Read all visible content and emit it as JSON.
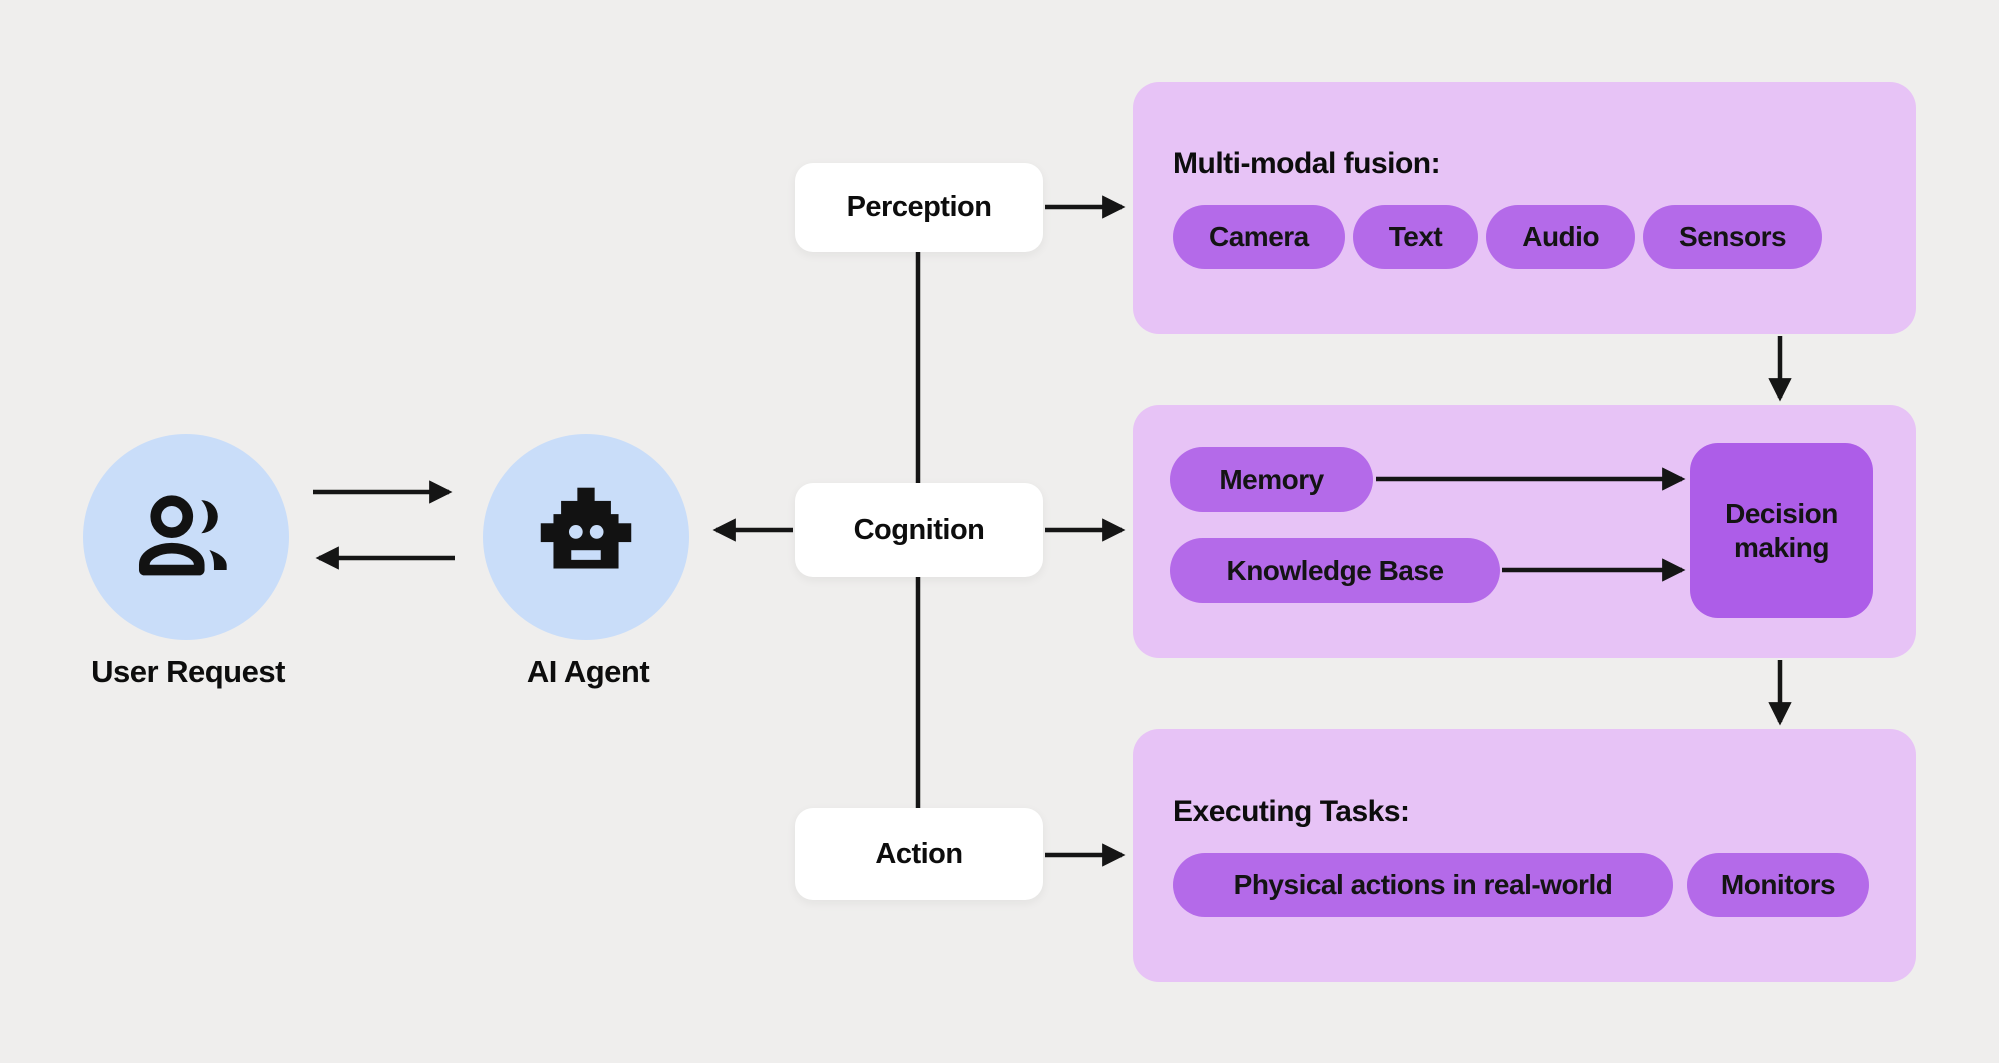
{
  "entities": {
    "user": {
      "label": "User Request",
      "icon": "people-icon"
    },
    "agent": {
      "label": "AI Agent",
      "icon": "robot-icon"
    }
  },
  "stages": {
    "perception": {
      "label": "Perception"
    },
    "cognition": {
      "label": "Cognition"
    },
    "action": {
      "label": "Action"
    }
  },
  "panels": {
    "perception": {
      "title": "Multi-modal fusion:",
      "pills": [
        "Camera",
        "Text",
        "Audio",
        "Sensors"
      ]
    },
    "cognition": {
      "pills": [
        "Memory",
        "Knowledge Base"
      ],
      "decision_label": "Decision making"
    },
    "action": {
      "title": "Executing Tasks:",
      "pills": [
        "Physical actions in real-world",
        "Monitors"
      ]
    }
  },
  "colors": {
    "background": "#efeeed",
    "panel": "#e7c3f6",
    "pill": "#b46ae9",
    "decision_box": "#ad5de8",
    "entity_circle": "#c9ddf9",
    "stage_box": "#ffffff",
    "line": "#151515",
    "text": "#0d0d0d"
  }
}
